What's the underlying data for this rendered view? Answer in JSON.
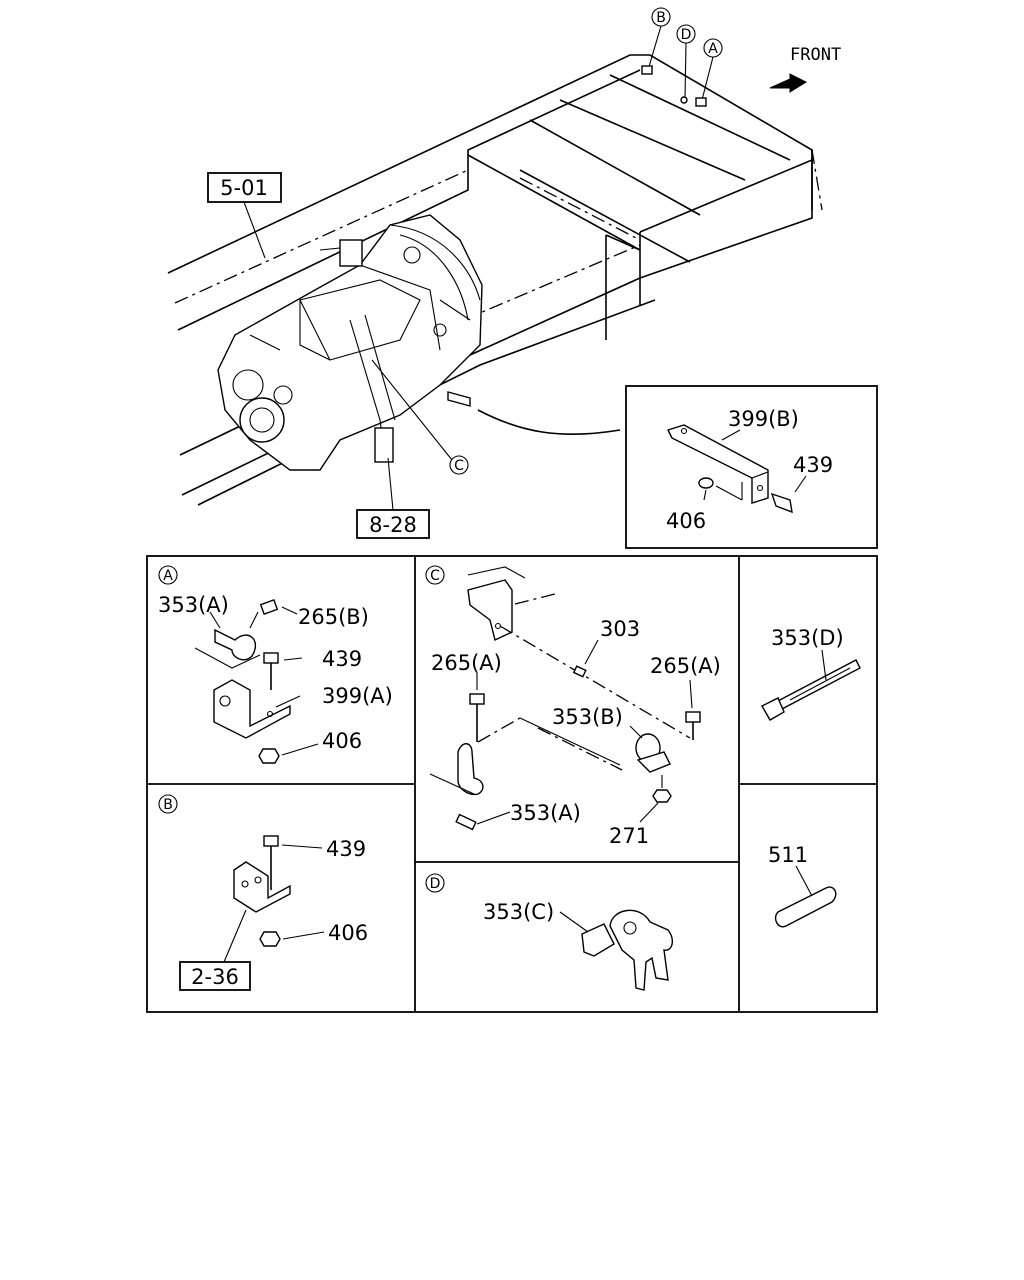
{
  "front_label": "FRONT",
  "refs": {
    "r501": "5-01",
    "r828": "8-28",
    "r236": "2-36"
  },
  "callouts": {
    "A": "A",
    "B": "B",
    "C": "C",
    "D": "D"
  },
  "top_inset": {
    "p399b": "399(B)",
    "p439": "439",
    "p406": "406"
  },
  "panel_a": {
    "letter": "A",
    "p353a": "353(A)",
    "p265b": "265(B)",
    "p439": "439",
    "p399a": "399(A)",
    "p406": "406"
  },
  "panel_b": {
    "letter": "B",
    "p439": "439",
    "p406": "406"
  },
  "panel_c": {
    "letter": "C",
    "p303": "303",
    "p265a_left": "265(A)",
    "p265a_right": "265(A)",
    "p353b": "353(B)",
    "p353a": "353(A)",
    "p271": "271"
  },
  "panel_d": {
    "letter": "D",
    "p353c": "353(C)"
  },
  "panel_tie": {
    "p353d": "353(D)"
  },
  "panel_tube": {
    "p511": "511"
  }
}
